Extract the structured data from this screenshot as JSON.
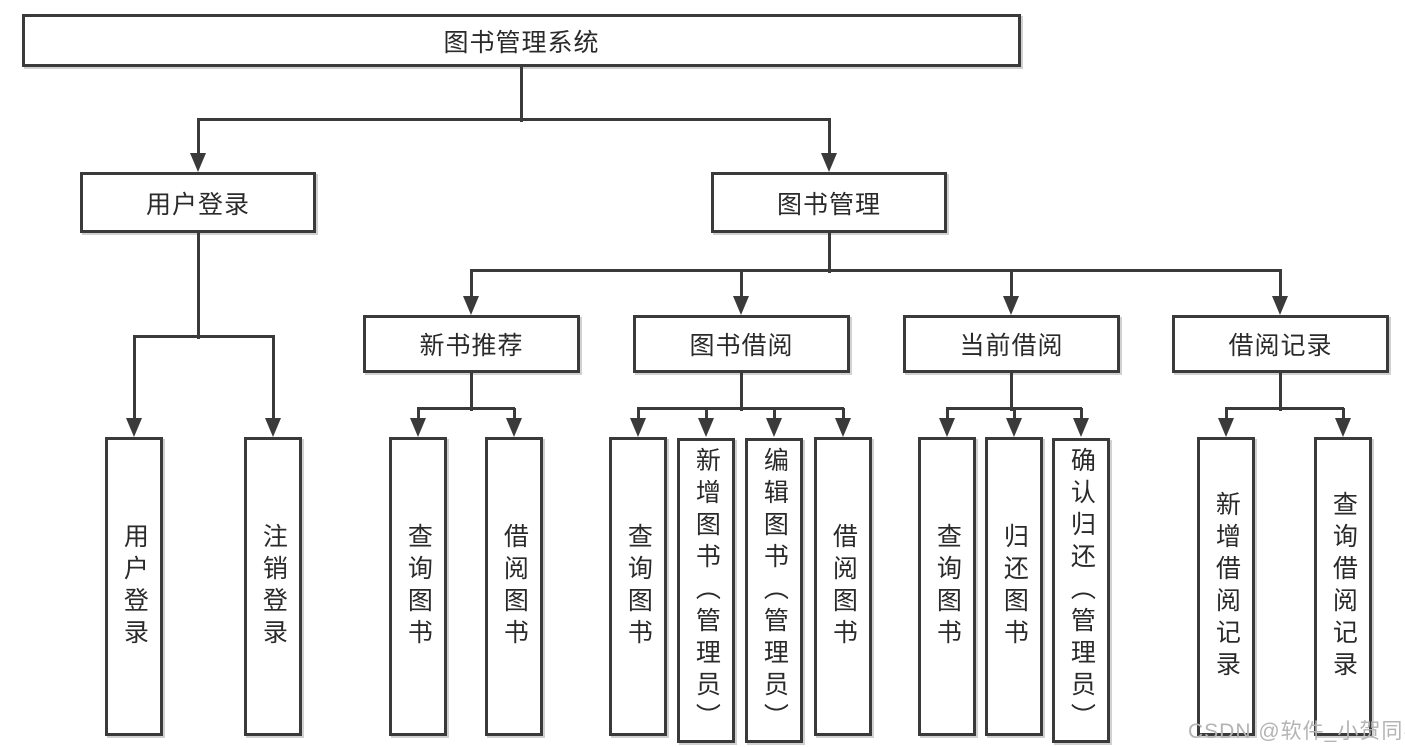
{
  "nodes": {
    "root": {
      "label": "图书管理系统"
    },
    "user_login": {
      "label": "用户登录"
    },
    "book_mgmt": {
      "label": "图书管理"
    },
    "new_book_rec": {
      "label": "新书推荐"
    },
    "book_borrow": {
      "label": "图书借阅"
    },
    "current_borrow": {
      "label": "当前借阅"
    },
    "borrow_records": {
      "label": "借阅记录"
    },
    "ul_login": {
      "label": "用户登录"
    },
    "ul_logout": {
      "label": "注销登录"
    },
    "nb_query": {
      "label": "查询图书"
    },
    "nb_borrow": {
      "label": "借阅图书"
    },
    "bb_query": {
      "label": "查询图书"
    },
    "bb_add": {
      "label": "新增图书（管理员）"
    },
    "bb_edit": {
      "label": "编辑图书（管理员）"
    },
    "bb_borrow": {
      "label": "借阅图书"
    },
    "cb_query": {
      "label": "查询图书"
    },
    "cb_return": {
      "label": "归还图书"
    },
    "cb_confirm": {
      "label": "确认归还（管理员）"
    },
    "br_add": {
      "label": "新增借阅记录"
    },
    "br_query": {
      "label": "查询借阅记录"
    }
  },
  "hierarchy": {
    "图书管理系统": {
      "用户登录": [
        "用户登录",
        "注销登录"
      ],
      "图书管理": {
        "新书推荐": [
          "查询图书",
          "借阅图书"
        ],
        "图书借阅": [
          "查询图书",
          "新增图书（管理员）",
          "编辑图书（管理员）",
          "借阅图书"
        ],
        "当前借阅": [
          "查询图书",
          "归还图书",
          "确认归还（管理员）"
        ],
        "借阅记录": [
          "新增借阅记录",
          "查询借阅记录"
        ]
      }
    }
  },
  "watermark": {
    "text": "CSDN @软件_小贺同学"
  },
  "colors": {
    "line": "#3a3a3a",
    "text": "#2a2a2a",
    "background": "#ffffff",
    "box_fill": "#ffffff",
    "watermark": "#b4b4b4"
  }
}
